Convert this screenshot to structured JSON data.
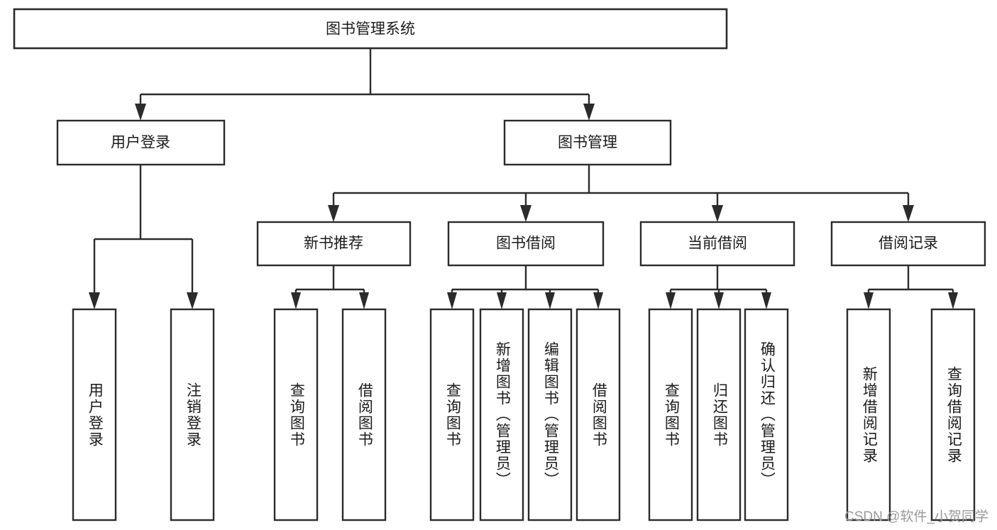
{
  "diagram": {
    "title": "图书管理系统",
    "type": "tree-hierarchy-diagram",
    "watermark": "CSDN @软件_小贺同学",
    "colors": {
      "stroke": "#2b2b2b",
      "fill": "#ffffff",
      "text": "#1a1a1a",
      "watermark": "#9a9a9a"
    },
    "root": {
      "label": "图书管理系统"
    },
    "level2": [
      {
        "label": "用户登录"
      },
      {
        "label": "图书管理"
      }
    ],
    "level3": [
      {
        "label": "新书推荐"
      },
      {
        "label": "图书借阅"
      },
      {
        "label": "当前借阅"
      },
      {
        "label": "借阅记录"
      }
    ],
    "leaves": {
      "user_login": [
        {
          "label": "用户登录"
        },
        {
          "label": "注销登录"
        }
      ],
      "new_book_recommend": [
        {
          "label": "查询图书"
        },
        {
          "label": "借阅图书"
        }
      ],
      "book_borrow": [
        {
          "label": "查询图书"
        },
        {
          "label": "新增图书（管理员）"
        },
        {
          "label": "编辑图书（管理员）"
        },
        {
          "label": "借阅图书"
        }
      ],
      "current_borrow": [
        {
          "label": "查询图书"
        },
        {
          "label": "归还图书"
        },
        {
          "label": "确认归还（管理员）"
        }
      ],
      "borrow_record": [
        {
          "label": "新增借阅记录"
        },
        {
          "label": "查询借阅记录"
        }
      ]
    }
  }
}
